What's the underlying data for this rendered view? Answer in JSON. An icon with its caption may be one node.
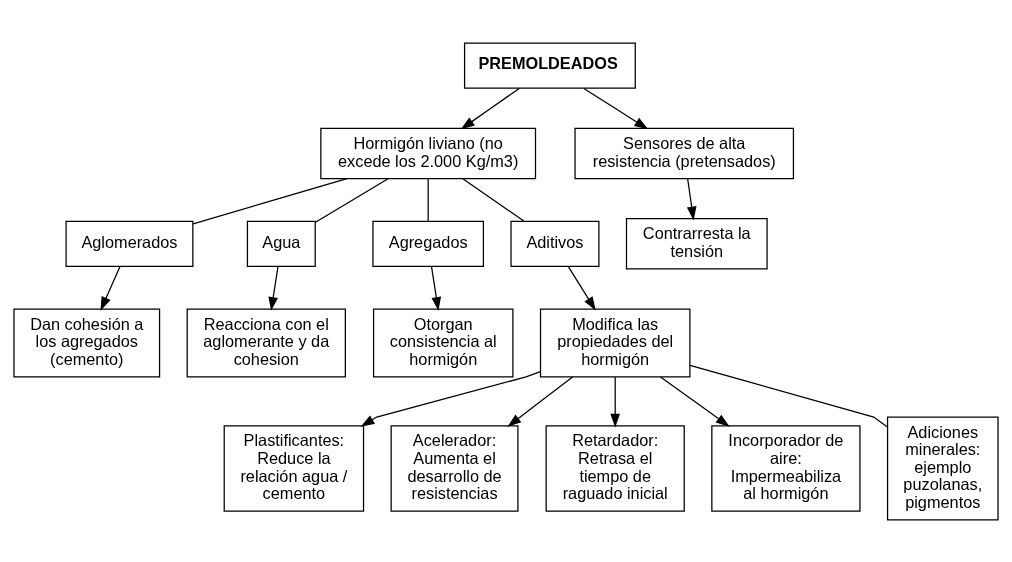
{
  "diagram": {
    "nodes": [
      {
        "text": [
          "PREMOLDEADOS"
        ]
      },
      {
        "text": [
          "Hormigón liviano (no excede los 2.000 Kg/m3)"
        ]
      },
      {
        "text": [
          "Sensores de alta resistencia (pretensados)"
        ]
      },
      {
        "text": [
          "Aglomerados"
        ]
      },
      {
        "text": [
          "Agua"
        ]
      },
      {
        "text": [
          "Agregados"
        ]
      },
      {
        "text": [
          "Aditivos"
        ]
      },
      {
        "text": [
          "Contrarresta la tensión"
        ]
      },
      {
        "text": [
          "Dan cohesión a los agregados (cemento)"
        ]
      },
      {
        "text": [
          "Reacciona con el aglomerante y da cohesion"
        ]
      },
      {
        "text": [
          "Otorgan consistencia al hormigón"
        ]
      },
      {
        "text": [
          "Modifica las propiedades del hormigón"
        ]
      },
      {
        "text": [
          "Plastificantes: Reduce la relación agua / cemento"
        ]
      },
      {
        "text": [
          "Acelerador: Aumenta el desarrollo de resistencias"
        ]
      },
      {
        "text": [
          "Retardador: Retrasa el tiempo de raguado inicial"
        ]
      },
      {
        "text": [
          "Incorporador de aire: Impermeabiliza al hormigón"
        ]
      },
      {
        "text": [
          "Adiciones minerales: ejemplo puzolanas, pigmentos"
        ]
      }
    ],
    "edges": [
      {
        "from": 0,
        "to": 1,
        "arrow": "to"
      },
      {
        "from": 0,
        "to": 2,
        "arrow": "to"
      },
      {
        "from": 1,
        "to": 3,
        "arrow": "none"
      },
      {
        "from": 1,
        "to": 4,
        "arrow": "none"
      },
      {
        "from": 1,
        "to": 5,
        "arrow": "none"
      },
      {
        "from": 1,
        "to": 6,
        "arrow": "none"
      },
      {
        "from": 2,
        "to": 7,
        "arrow": "to"
      },
      {
        "from": 3,
        "to": 8,
        "arrow": "to"
      },
      {
        "from": 4,
        "to": 9,
        "arrow": "to"
      },
      {
        "from": 5,
        "to": 10,
        "arrow": "to"
      },
      {
        "from": 6,
        "to": 11,
        "arrow": "to"
      },
      {
        "from": 11,
        "to": 12,
        "arrow": "to"
      },
      {
        "from": 11,
        "to": 13,
        "arrow": "to"
      },
      {
        "from": 11,
        "to": 14,
        "arrow": "to"
      },
      {
        "from": 11,
        "to": 15,
        "arrow": "to"
      },
      {
        "from": 11,
        "to": 16,
        "arrow": "none"
      }
    ]
  }
}
